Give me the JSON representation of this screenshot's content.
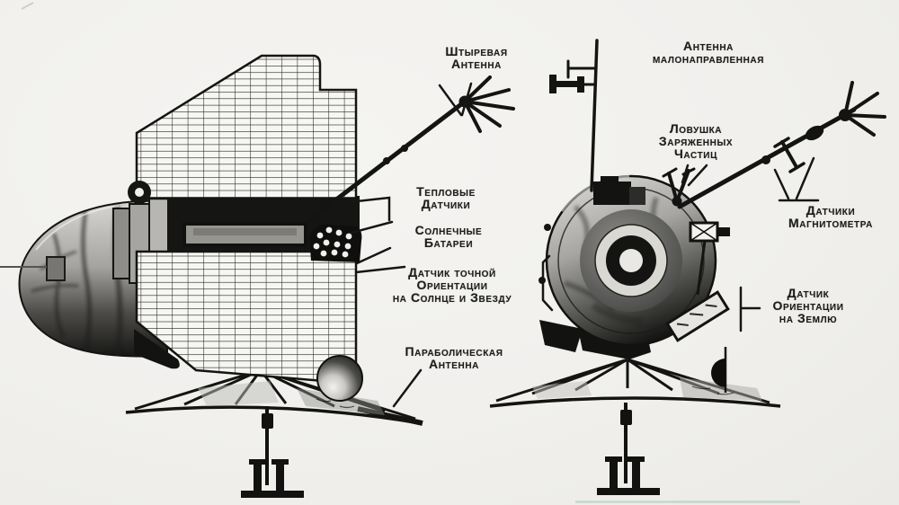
{
  "meta": {
    "description": "Annotated technical diagram of a Soviet interplanetary space probe, side view (left) and front view (right), black-and-white retouched photo of a model on display stands",
    "colors": {
      "background": "#f1f0ed",
      "ink": "#141413",
      "label_text": "#1b1b1a",
      "mesh_cell": "#f6f7f3"
    }
  },
  "views": [
    {
      "name": "side-view-spacecraft"
    },
    {
      "name": "front-view-spacecraft"
    }
  ],
  "labels": [
    {
      "id": "whip-antenna",
      "lines": [
        "Штыревая",
        "Антенна"
      ]
    },
    {
      "id": "low-gain-antenna",
      "lines": [
        "Антенна",
        "малонаправленная"
      ]
    },
    {
      "id": "thermal-sensors",
      "lines": [
        "Тепловые",
        "Датчики"
      ]
    },
    {
      "id": "solar-batteries",
      "lines": [
        "Солнечные",
        "Батареи"
      ]
    },
    {
      "id": "sun-star-sensor",
      "lines": [
        "Датчик точной",
        "Ориентации",
        "на Солнце и Звезду"
      ]
    },
    {
      "id": "parabolic-antenna",
      "lines": [
        "Параболическая",
        "Антенна"
      ]
    },
    {
      "id": "charged-particle-trap",
      "lines": [
        "Ловушка",
        "Заряженных",
        "Частиц"
      ]
    },
    {
      "id": "magnetometer-sensors",
      "lines": [
        "Датчики",
        "Магнитометра"
      ]
    },
    {
      "id": "earth-sensor",
      "lines": [
        "Датчик",
        "Ориентации",
        "на Землю"
      ]
    }
  ]
}
